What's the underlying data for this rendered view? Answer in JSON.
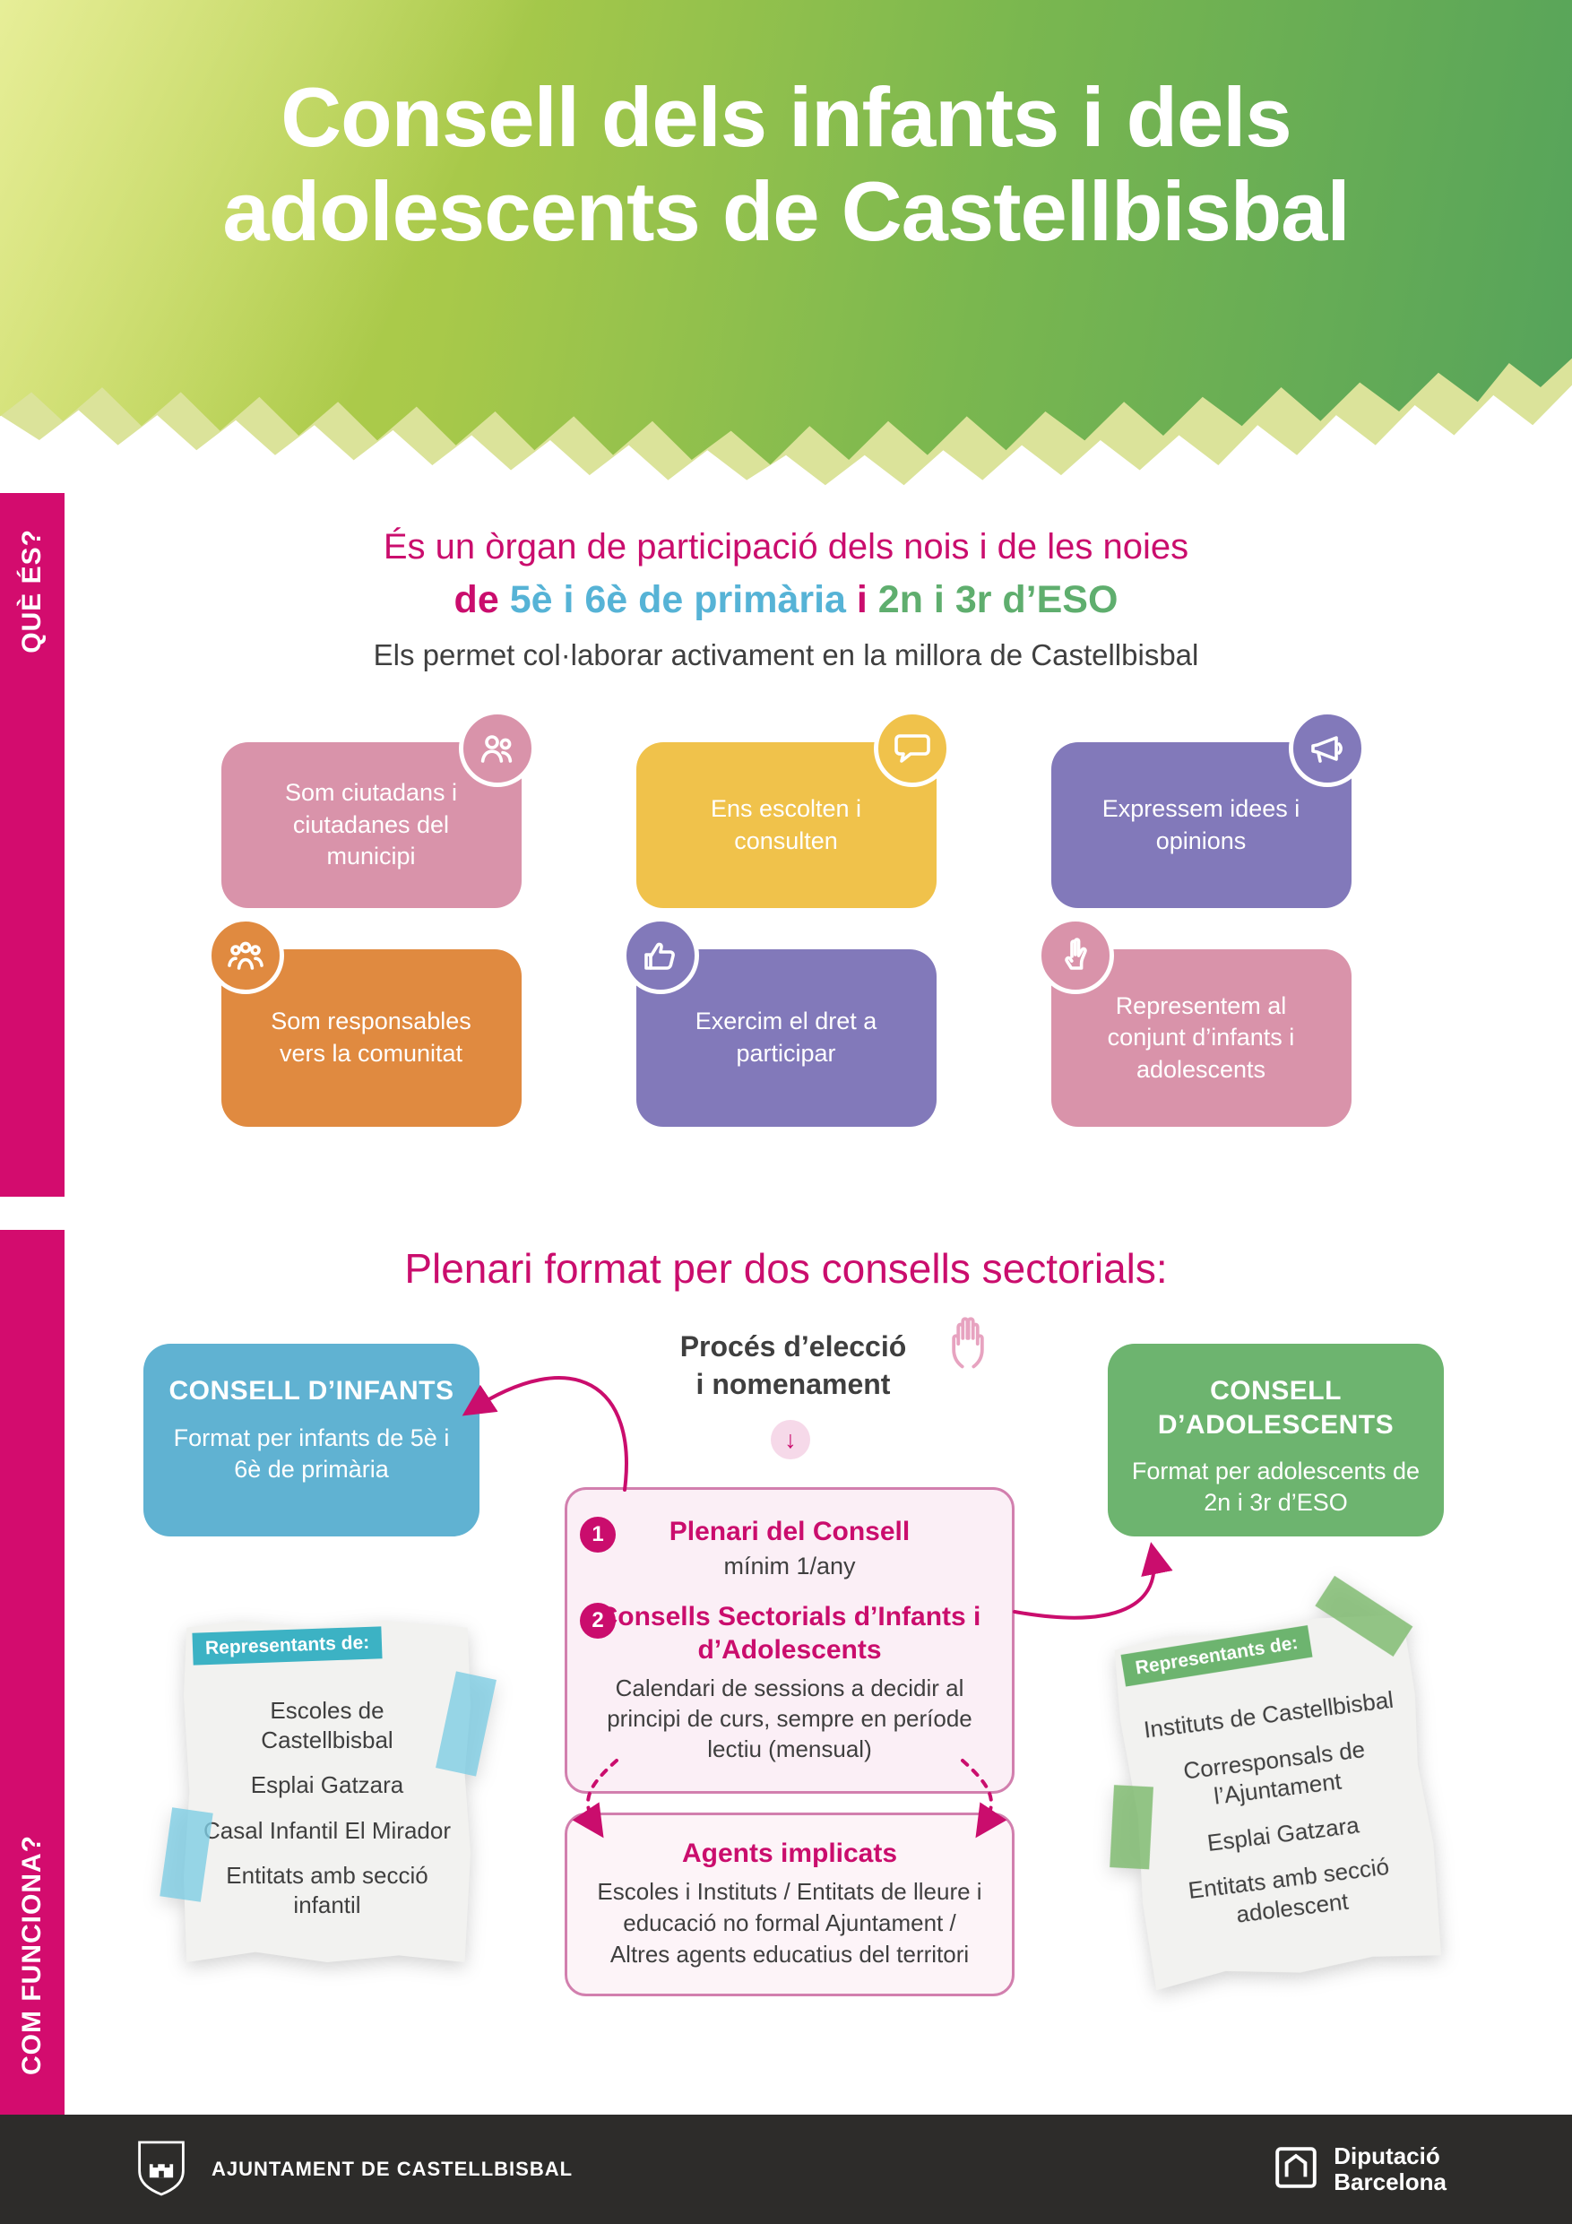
{
  "header": {
    "title_line1": "Consell dels infants i dels",
    "title_line2": "adolescents de Castellbisbal"
  },
  "sidebar": {
    "section1": "QUÈ ÉS?",
    "section2": "COM FUNCIONA?"
  },
  "intro": {
    "line1": "És un òrgan de participació dels nois i de les noies",
    "line2_part1": "de ",
    "line2_primaria": "5è i 6è de primària",
    "line2_part2": " i ",
    "line2_eso": "2n i 3r d’ESO",
    "line3": "Els permet col·laborar activament en la millora de Castellbisbal"
  },
  "benefit_cards": [
    {
      "text": "Som ciutadans i ciutadanes del municipi",
      "icon": "citizens-icon",
      "color": "#d993aa"
    },
    {
      "text": "Ens escolten i consulten",
      "icon": "speech-bubble-icon",
      "color": "#f0c24b"
    },
    {
      "text": "Expressem idees i opinions",
      "icon": "ideas-icon",
      "color": "#8279ba"
    },
    {
      "text": "Som responsables vers la comunitat",
      "icon": "community-icon",
      "color": "#e08a40"
    },
    {
      "text": "Exercim el dret a participar",
      "icon": "thumbs-up-icon",
      "color": "#8279ba"
    },
    {
      "text": "Representem al conjunt d’infants i adolescents",
      "icon": "victory-hand-icon",
      "color": "#d993aa"
    }
  ],
  "section2": {
    "title": "Plenari format per dos consells sectorials:",
    "consell_infants": {
      "title": "CONSELL D’INFANTS",
      "body": "Format per infants de 5è i 6è de primària"
    },
    "consell_adolescents": {
      "title": "CONSELL D’ADOLESCENTS",
      "body": "Format per adolescents de 2n i 3r d’ESO"
    },
    "proces": {
      "line1": "Procés d’elecció",
      "line2": "i nomenament"
    },
    "process_box": {
      "item1": {
        "num": "1",
        "title": "Plenari del Consell",
        "subtitle": "mínim 1/any"
      },
      "item2": {
        "num": "2",
        "title": "Consells Sectorials d’Infants i d’Adolescents",
        "body": "Calendari de sessions a decidir al principi de curs, sempre en període lectiu (mensual)"
      }
    },
    "agents_box": {
      "title": "Agents implicats",
      "body": "Escoles i Instituts / Entitats de lleure i educació no formal Ajuntament / Altres agents educatius del territori"
    },
    "note_left": {
      "label": "Representants de:",
      "items": [
        "Escoles de Castellbisbal",
        "Esplai Gatzara",
        "Casal Infantil El Mirador",
        "Entitats amb secció infantil"
      ]
    },
    "note_right": {
      "label": "Representants de:",
      "items": [
        "Instituts de Castellbisbal",
        "Corresponsals de l’Ajuntament",
        "Esplai Gatzara",
        "Entitats amb secció adolescent"
      ]
    }
  },
  "icons": {
    "down_arrow": "↓"
  },
  "colors": {
    "magenta": "#ca0d6d",
    "blue": "#60b2d2",
    "green": "#6db46f",
    "yellow": "#f0c24b",
    "purple": "#8279ba",
    "pink": "#d993aa",
    "orange": "#e08a40",
    "teal_label": "#3cb2c4",
    "header_green_light": "#bdd14d",
    "header_green_dark": "#55a35b",
    "footer_bg": "#2d2c2a"
  },
  "footer": {
    "ajuntament": "AJUNTAMENT DE CASTELLBISBAL",
    "diputacio_line1": "Diputació",
    "diputacio_line2": "Barcelona"
  }
}
